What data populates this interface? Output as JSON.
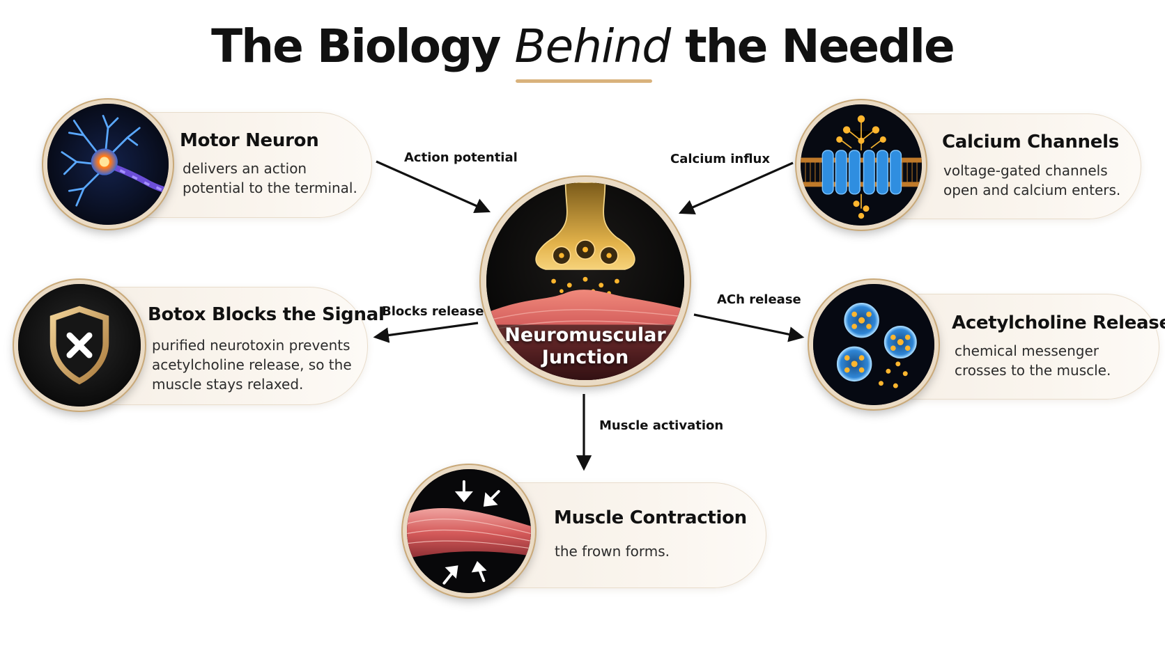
{
  "title": {
    "part1": "The Biology ",
    "emph": "Behind",
    "part2": " the Needle"
  },
  "hub": {
    "label": "Neuromuscular\nJunction"
  },
  "connectors": {
    "action_potential": "Action potential",
    "calcium_influx": "Calcium influx",
    "blocks_release": "Blocks release",
    "ach_release": "ACh release",
    "muscle_activation": "Muscle activation"
  },
  "cards": {
    "motor_neuron": {
      "title": "Motor Neuron",
      "desc": "delivers an action\npotential to the terminal."
    },
    "calcium_channels": {
      "title": "Calcium Channels",
      "desc": "voltage-gated channels\nopen and calcium enters."
    },
    "botox": {
      "title": "Botox Blocks the Signal",
      "desc": "purified neurotoxin prevents\nacetylcholine release, so the\nmuscle stays relaxed."
    },
    "acetylcholine": {
      "title": "Acetylcholine Release",
      "desc": "chemical messenger\ncrosses to the muscle."
    },
    "muscle": {
      "title": "Muscle Contraction",
      "desc": "the frown forms."
    }
  },
  "colors": {
    "accent_gold": "#d9b27c",
    "card_bg": "#f6efe6",
    "arrow": "#111111"
  },
  "icons": {
    "motor_neuron": "neuron-icon",
    "calcium_channels": "ion-channel-icon",
    "botox": "shield-x-icon",
    "acetylcholine": "vesicle-icon",
    "muscle": "muscle-fiber-icon",
    "hub": "synapse-icon"
  }
}
